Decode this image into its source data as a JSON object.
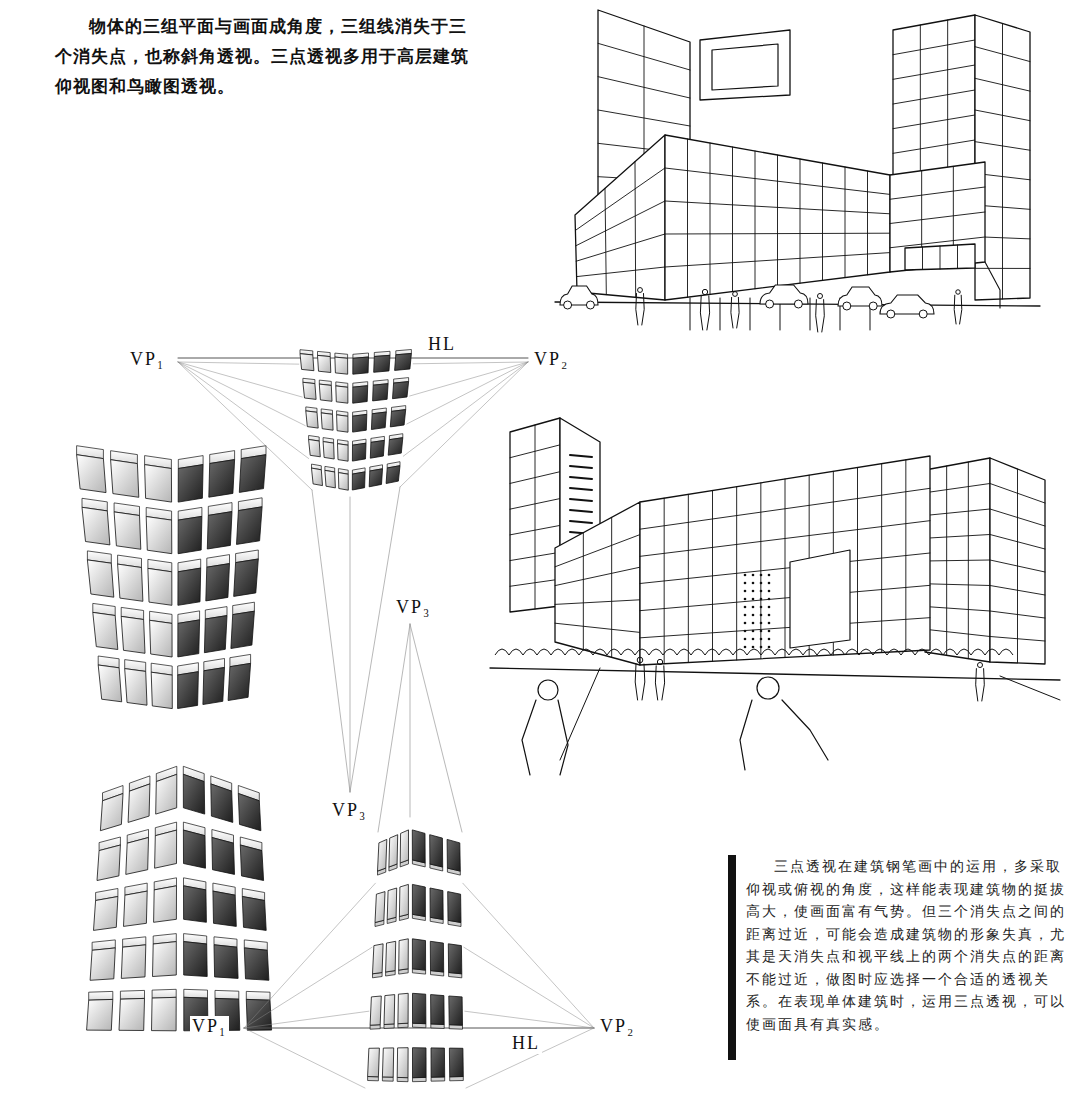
{
  "diagram": {
    "labels": [
      "物体的三组平面与画面成角度，三组线消失于三个消失点，也称斜角透视。三点透视多用于高层建筑仰视图和鸟瞰图透视。",
      "VP₁",
      "HL",
      "VP₂",
      "VP₃",
      "VP₃",
      "VP₁",
      "HL",
      "VP₂",
      "三点透视在建筑钢笔画中的运用，多采取仰视或俯视的角度，这样能表现建筑物的挺拔高大，使画面富有气势。但三个消失点之间的距离过近，可能会造成建筑物的形象失真，尤其是天消失点和视平线上的两个消失点的距离不能过近，做图时应选择一个合适的透视关系。在表现单体建筑时，运用三点透视，可以使画面具有真实感。"
    ]
  }
}
